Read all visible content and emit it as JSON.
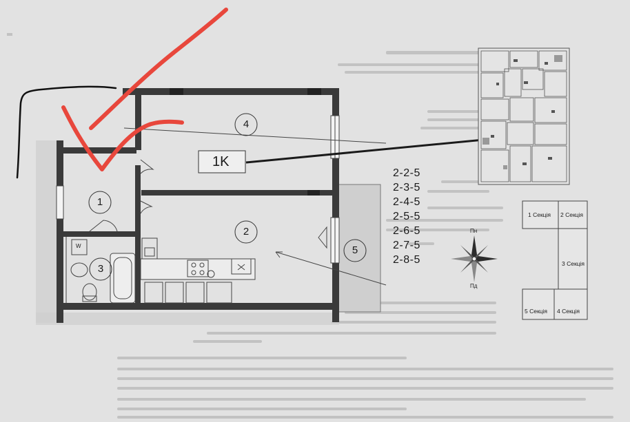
{
  "plan": {
    "unit_label": "1K",
    "rooms": [
      {
        "number": "1"
      },
      {
        "number": "2"
      },
      {
        "number": "3"
      },
      {
        "number": "4"
      },
      {
        "number": "5"
      }
    ],
    "fixture_label": "W"
  },
  "codes": [
    "2-2-5",
    "2-3-5",
    "2-4-5",
    "2-5-5",
    "2-6-5",
    "2-7-5",
    "2-8-5"
  ],
  "compass": {
    "north": "Пн",
    "south": "Пд"
  },
  "sections": [
    {
      "label": "1 Секція"
    },
    {
      "label": "2 Секція"
    },
    {
      "label": "3 Секція"
    },
    {
      "label": "5 Секція"
    },
    {
      "label": "4 Секція"
    }
  ],
  "annotations": {
    "check_color": "#e8473c",
    "pen_color": "#1a1a1a",
    "paper_color": "#e2e2e2"
  }
}
